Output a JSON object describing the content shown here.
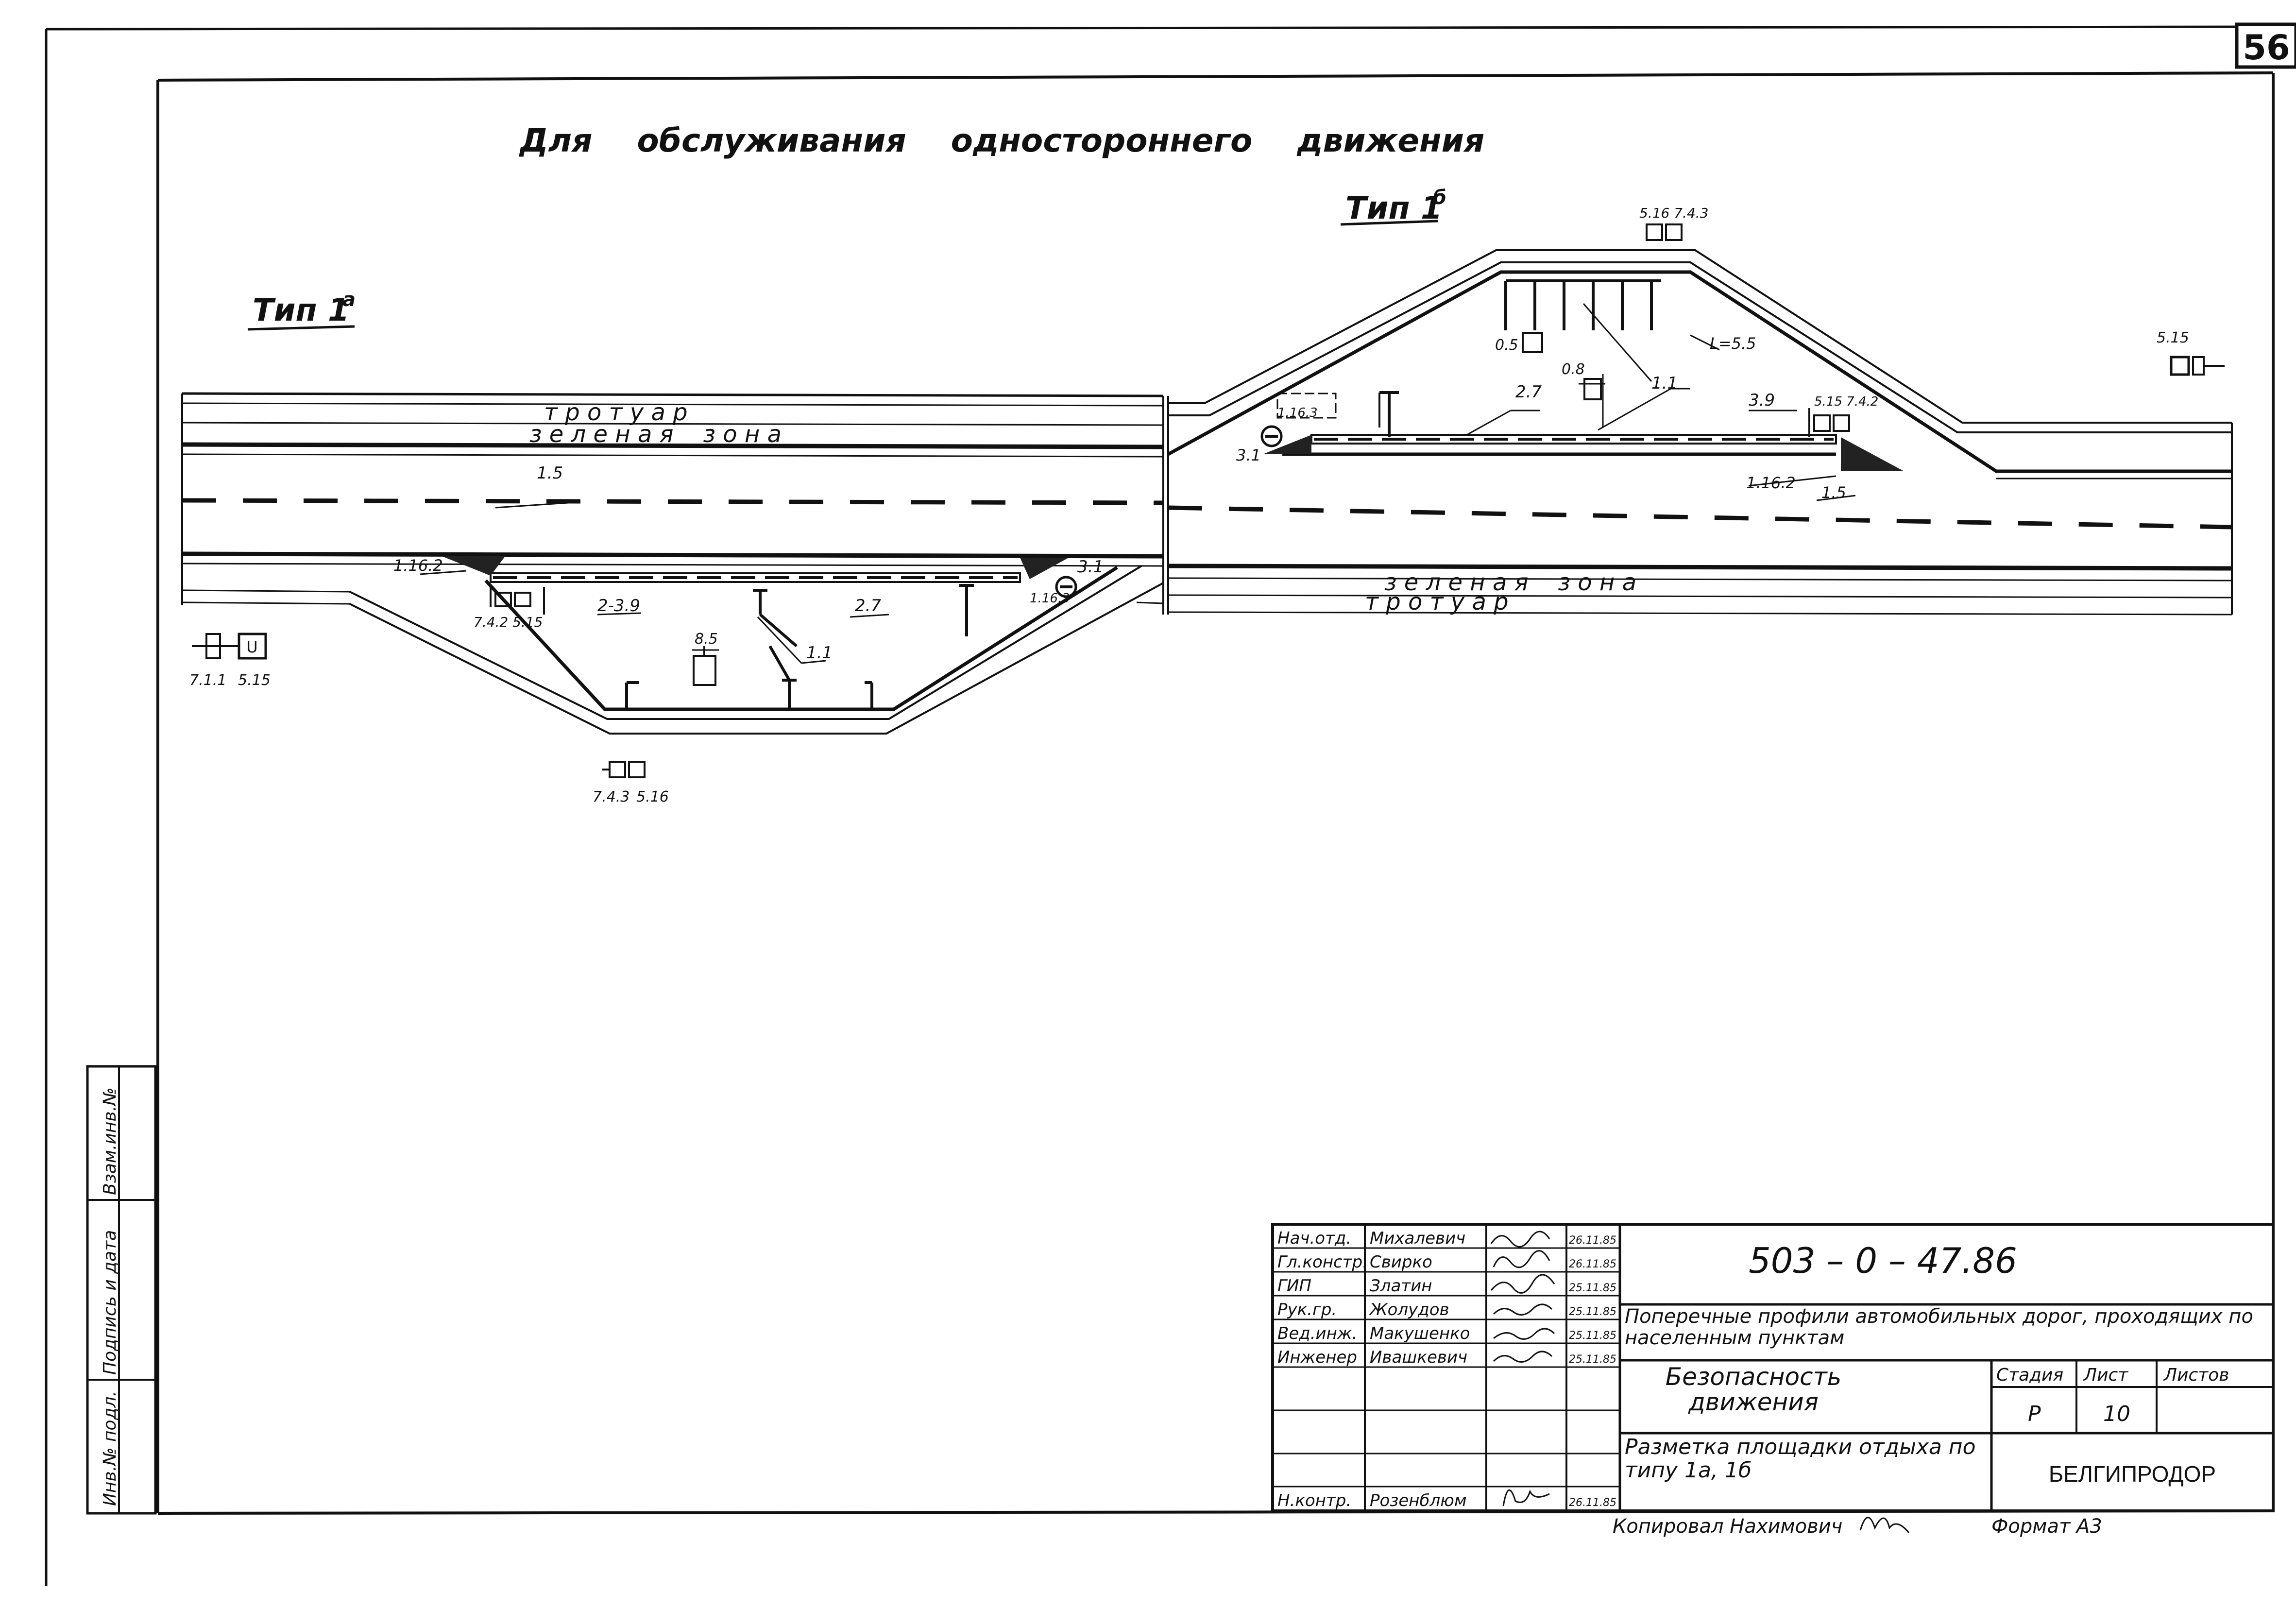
{
  "sheet_number": "56",
  "heading": "Для    обслуживания    одностороннего    движения",
  "type_left": "Тип 1",
  "type_left_sup": "а",
  "type_right": "Тип 1",
  "type_right_sup": "б",
  "left_road": {
    "sidewalk": "т р о т у а р",
    "green_zone": "з е л е н а я    з о н а"
  },
  "right_road": {
    "green_zone": "з е л е н а я    з о н а",
    "sidewalk": "т р о т у а р"
  },
  "callouts": {
    "l_1_5": "1.5",
    "l_1_16_2": "1.16.2",
    "l_7_4_2_5_15": "7.4.2 5.15",
    "l_2_3_9": "2-3.9",
    "l_2_7": "2.7",
    "l_1_1": "1.1",
    "l_8_5": "8.5",
    "l_3_1": "3.1",
    "l_1_16_3": "1.16.3",
    "l_7_1_1": "7.1.1",
    "l_5_15_a": "5.15",
    "l_7_4_3": "7.4.3",
    "l_5_16": "5.16",
    "r_5_16_7_4_3": "5.16 7.4.3",
    "r_0_5": "0.5",
    "r_0_8": "0.8",
    "r_1_1": "1.1",
    "r_l_5_5": "L=5.5",
    "r_2_7": "2.7",
    "r_3_9": "3.9",
    "r_5_15_7_4_2": "5.15 7.4.2",
    "r_1_16_3": "1.16.3",
    "r_3_1": "3.1",
    "r_1_16_2": "1.16.2",
    "r_1_5": "1.5",
    "r_5_15": "5.15"
  },
  "side_stamp": [
    "Инв.№ подл.",
    "Подпись и дата",
    "Взам.инв.№"
  ],
  "title_block": {
    "doc_code": "503 – 0 – 47.86",
    "project_title": "Поперечные профили автомобильных дорог, проходящих по населенным пунктам",
    "section_title": "Безопасность движения",
    "sheet_title": "Разметка площадки отдыха по типу 1а, 1б",
    "org": "БЕЛГИПРОДОР",
    "col_stage": "Стадия",
    "col_sheet": "Лист",
    "col_sheets": "Листов",
    "stage": "Р",
    "sheet": "10",
    "sheets": "",
    "staff": [
      {
        "role": "Нач.отд.",
        "name": "Михалевич",
        "date": "26.11.85"
      },
      {
        "role": "Гл.констр.",
        "name": "Свирко",
        "date": "26.11.85"
      },
      {
        "role": "ГИП",
        "name": "Златин",
        "date": "25.11.85"
      },
      {
        "role": "Рук.гр.",
        "name": "Жолудов",
        "date": "25.11.85"
      },
      {
        "role": "Вед.инж.",
        "name": "Макушенко",
        "date": "25.11.85"
      },
      {
        "role": "Инженер",
        "name": "Ивашкевич",
        "date": "25.11.85"
      },
      {
        "role": "",
        "name": "",
        "date": ""
      },
      {
        "role": "",
        "name": "",
        "date": ""
      },
      {
        "role": "",
        "name": "",
        "date": ""
      },
      {
        "role": "Н.контр.",
        "name": "Розенблюм",
        "date": "26.11.85"
      }
    ],
    "copied_by": "Копировал Нахимович",
    "format": "Формат А3"
  }
}
